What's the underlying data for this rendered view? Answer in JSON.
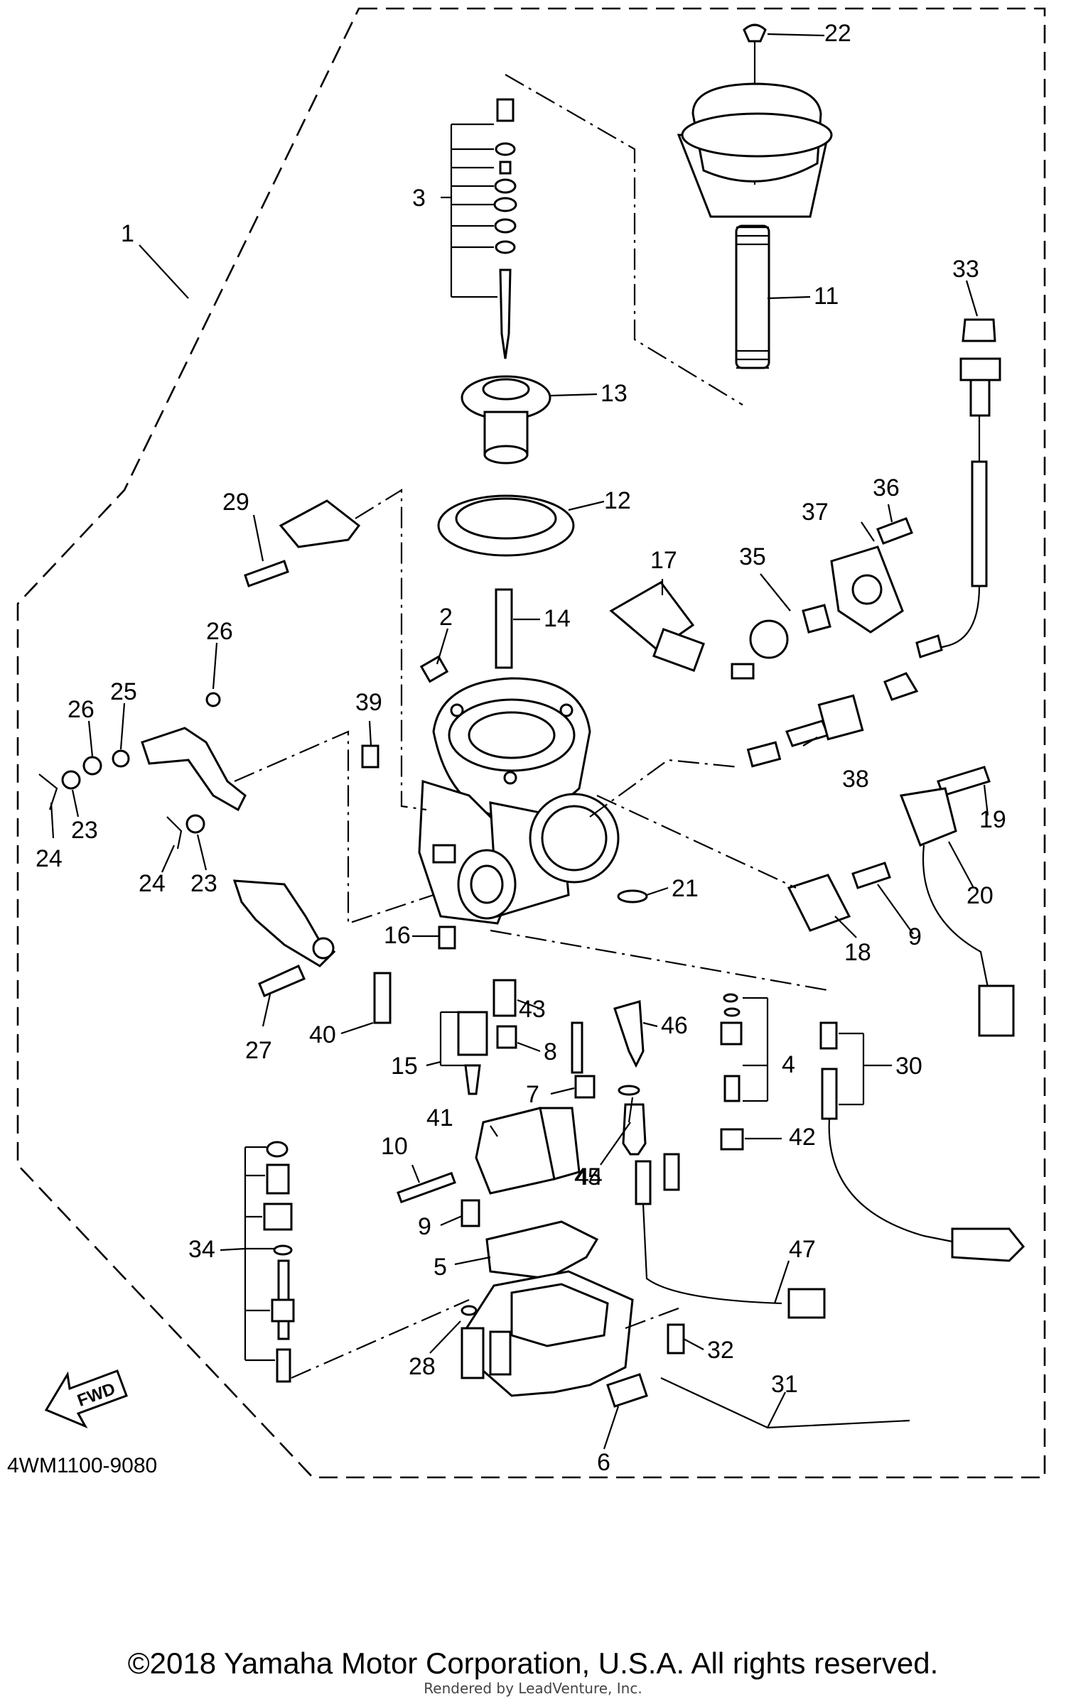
{
  "diagram": {
    "part_code": "4WM1100-9080",
    "fwd_label": "FWD",
    "callouts": [
      "1",
      "2",
      "3",
      "4",
      "5",
      "6",
      "7",
      "8",
      "9",
      "9",
      "10",
      "11",
      "12",
      "13",
      "14",
      "15",
      "16",
      "17",
      "18",
      "19",
      "20",
      "21",
      "22",
      "23",
      "23",
      "24",
      "24",
      "25",
      "26",
      "26",
      "27",
      "28",
      "29",
      "30",
      "31",
      "32",
      "33",
      "34",
      "35",
      "36",
      "37",
      "38",
      "39",
      "40",
      "41",
      "42",
      "43",
      "44",
      "45",
      "46",
      "47"
    ]
  },
  "footer": {
    "copyright": "©2018 Yamaha Motor Corporation, U.S.A. All rights reserved.",
    "rendered_by": "Rendered by LeadVenture, Inc."
  }
}
